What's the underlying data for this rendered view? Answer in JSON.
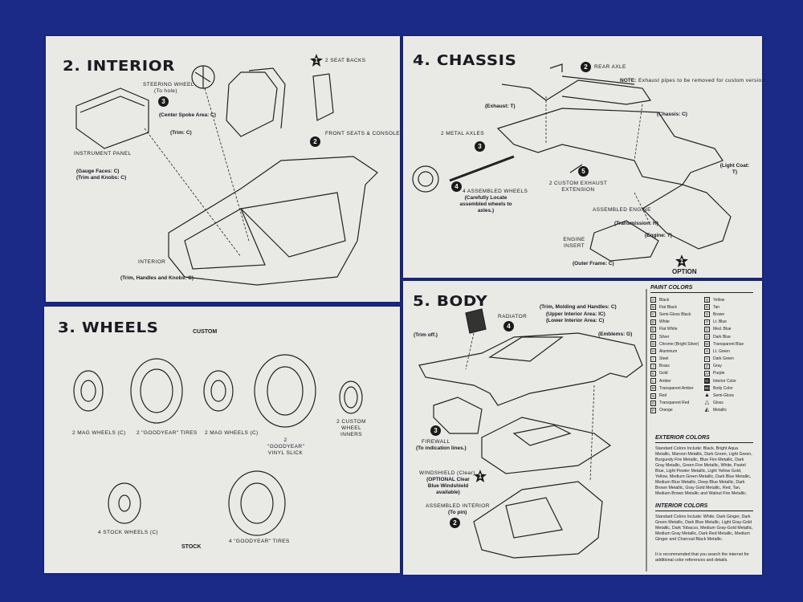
{
  "interior": {
    "title": "2. INTERIOR",
    "steering_wheel": "STEERING WHEEL",
    "steering_note": "(To hole)",
    "center_spoke": "(Center Spoke Area: C)",
    "trim_c": "(Trim: C)",
    "seat_backs": "2 SEAT BACKS",
    "front_seats": "FRONT SEATS & CONSOLE",
    "instrument_panel": "INSTRUMENT PANEL",
    "gauge_faces": "(Gauge Faces: C)",
    "trim_knobs": "(Trim and Knobs: C)",
    "interior": "INTERIOR",
    "interior_note": "(Trim, Handles and Knobs: C)",
    "steps": [
      "1",
      "2",
      "3"
    ]
  },
  "chassis": {
    "title": "4. CHASSIS",
    "rear_axle": "REAR AXLE",
    "note_label": "NOTE:",
    "note": "Exhaust pipes to be removed for custom version.",
    "exhaust": "(Exhaust: T)",
    "chassis": "(Chassis: C)",
    "metal_axles": "2 METAL AXLES",
    "assembled_wheels": "4 ASSEMBLED WHEELS",
    "wheels_note": "(Carefully Locate assembled wheels to axles.)",
    "custom_exhaust": "2 CUSTOM EXHAUST EXTENSION",
    "light_coat": "(Light Coat: T)",
    "assembled_engine": "ASSEMBLED ENGINE",
    "transmission": "(Transmission: H)",
    "engine": "(Engine: T)",
    "engine_insert": "ENGINE INSERT",
    "outer_frame": "(Outer Frame: C)",
    "option": "OPTION",
    "steps": [
      "1",
      "2",
      "3",
      "4",
      "5"
    ]
  },
  "wheels": {
    "title": "3. WHEELS",
    "custom": "CUSTOM",
    "stock": "STOCK",
    "mag_wheels_1": "2 MAG WHEELS (C)",
    "goodyear_tires_1": "2 \"GOODYEAR\" TIRES",
    "mag_wheels_2": "2 MAG WHEELS (C)",
    "vinyl_slick": "2 \"GOODYEAR\" VINYL SLICK",
    "wheel_inners": "2 CUSTOM WHEEL INNERS",
    "stock_wheels": "4 STOCK WHEELS (C)",
    "goodyear_tires_2": "4 \"GOODYEAR\" TIRES"
  },
  "body": {
    "title": "5. BODY",
    "radiator": "RADIATOR",
    "trim_molding": "(Trim, Molding and Handles: C)",
    "upper_interior": "(Upper Interior Area: IC)",
    "lower_interior": "(Lower Interior Area: C)",
    "trim_off": "(Trim off.)",
    "emblems": "(Emblems: G)",
    "firewall": "FIREWALL",
    "firewall_note": "(To indication lines.)",
    "windshield": "WINDSHIELD (Clear)",
    "windshield_note": "(OPTIONAL Clear Blue Windshield available)",
    "assembled_interior": "ASSEMBLED INTERIOR",
    "interior_note": "(To pin)",
    "steps": [
      "1",
      "2",
      "3",
      "4"
    ]
  },
  "paint_colors": {
    "title": "PAINT COLORS",
    "left": [
      {
        "code": "A",
        "name": "Black"
      },
      {
        "code": "B",
        "name": "Flat Black"
      },
      {
        "code": "C",
        "name": "Semi-Gloss Black"
      },
      {
        "code": "D",
        "name": "White"
      },
      {
        "code": "E",
        "name": "Flat White"
      },
      {
        "code": "F",
        "name": "Silver"
      },
      {
        "code": "G",
        "name": "Chrome (Bright Silver)"
      },
      {
        "code": "H",
        "name": "Aluminum"
      },
      {
        "code": "I",
        "name": "Steel"
      },
      {
        "code": "J",
        "name": "Brass"
      },
      {
        "code": "K",
        "name": "Gold"
      },
      {
        "code": "L",
        "name": "Amber"
      },
      {
        "code": "M",
        "name": "Transparent Amber"
      },
      {
        "code": "N",
        "name": "Red"
      },
      {
        "code": "O",
        "name": "Transparent Red"
      },
      {
        "code": "P",
        "name": "Orange"
      }
    ],
    "right": [
      {
        "code": "Q",
        "name": "Yellow"
      },
      {
        "code": "R",
        "name": "Tan"
      },
      {
        "code": "S",
        "name": "Brown"
      },
      {
        "code": "T",
        "name": "Lt. Blue"
      },
      {
        "code": "U",
        "name": "Med. Blue"
      },
      {
        "code": "V",
        "name": "Dark Blue"
      },
      {
        "code": "W",
        "name": "Transparent Blue"
      },
      {
        "code": "X",
        "name": "Lt. Green"
      },
      {
        "code": "Y",
        "name": "Dark Green"
      },
      {
        "code": "Z",
        "name": "Gray"
      },
      {
        "code": "AA",
        "name": "Purple"
      },
      {
        "code": "IC",
        "name": "Interior Color"
      },
      {
        "code": "BC",
        "name": "Body Color"
      },
      {
        "code": "▲",
        "name": "Semi-Gloss"
      },
      {
        "code": "△",
        "name": "Gloss"
      },
      {
        "code": "◭",
        "name": "Metallic"
      }
    ]
  },
  "exterior_colors": {
    "title": "EXTERIOR COLORS",
    "text": "Standard Colors Include: Black, Bright Aqua Metallic, Maroon Metallic, Dark Green, Light Green, Burgundy Fire Metallic, Blue Fire Metallic, Dark Gray Metallic, Green Fire Metallic, White, Pastel Blue, Light Pewter Metallic, Light Yellow Gold, Yellow, Medium Green Metallic, Dark Blue Metallic, Medium Blue Metallic, Deep Blue Metallic, Dark Brown Metallic, Gray Gold Metallic, Red, Tan, Medium Brown Metallic and Walnut Fire Metallic."
  },
  "interior_colors": {
    "title": "INTERIOR COLORS",
    "text": "Standard Colors Include: White, Dark Ginger, Dark Green Metallic, Dark Blue Metallic, Light Gray-Gold Metallic, Dark Tobacco, Medium Gray-Gold Metallic, Medium Gray Metallic, Dark Red Metallic, Medium Ginger and Charcoal Black Metallic."
  },
  "footnote": "It is recommended that you search the internet for additional color references and details."
}
